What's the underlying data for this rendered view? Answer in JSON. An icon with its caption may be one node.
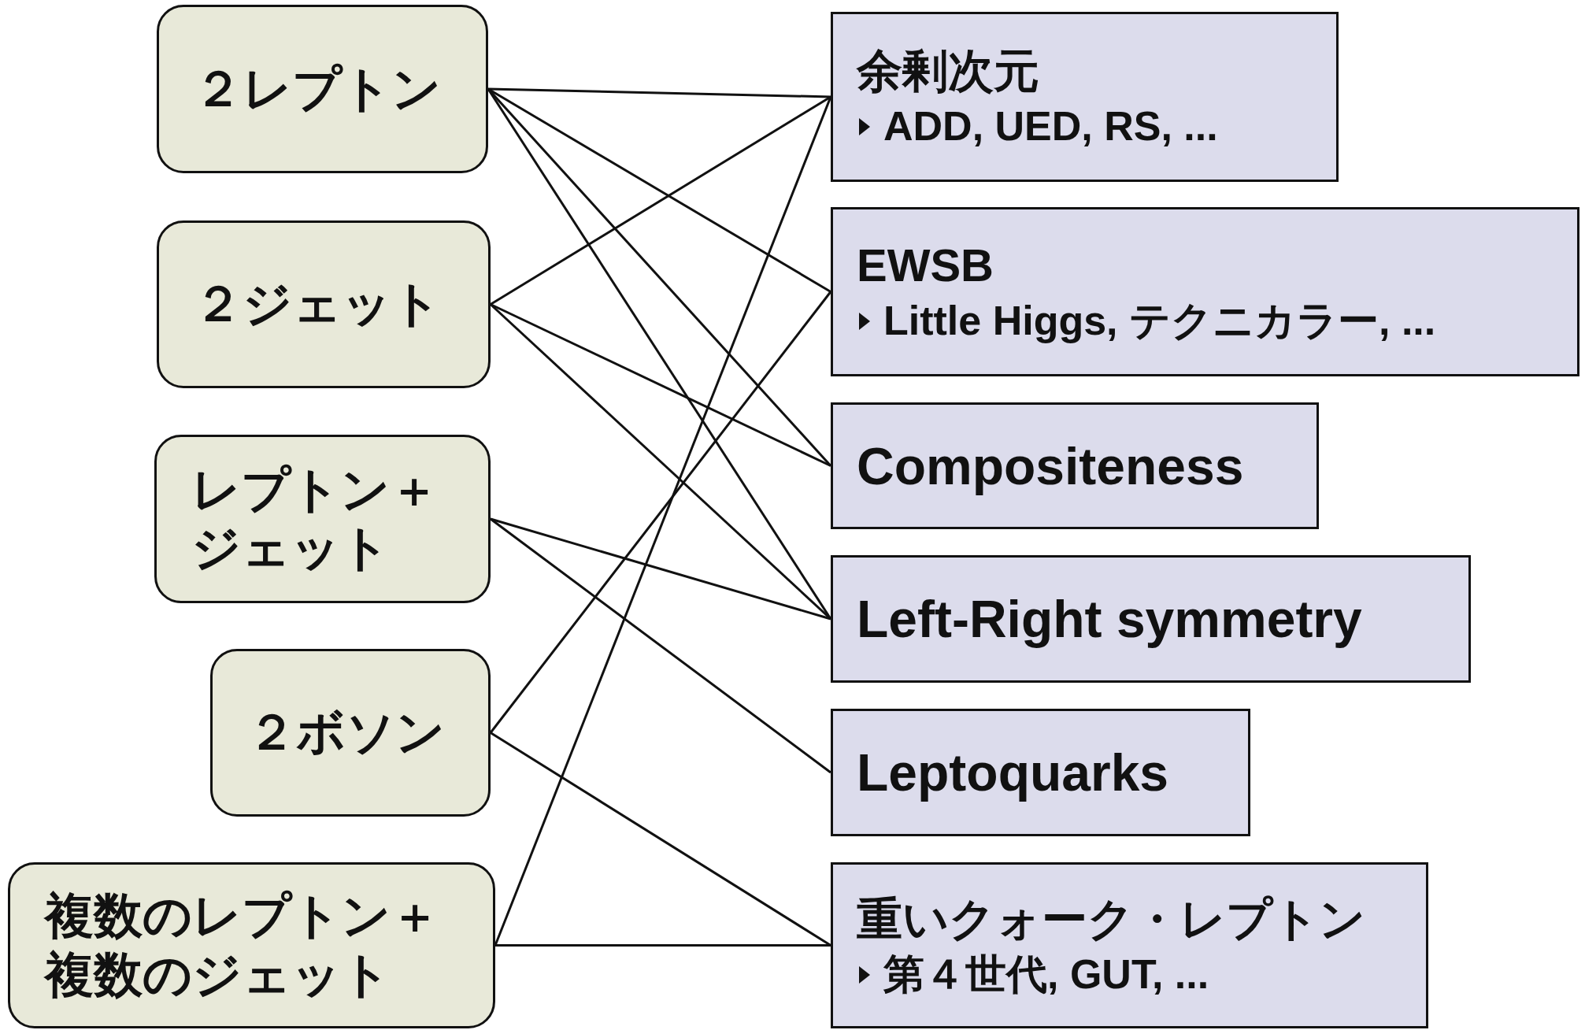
{
  "diagram": {
    "nodes": [
      {
        "text": [
          "２レプトン"
        ]
      },
      {
        "text": [
          "２ジェット"
        ]
      },
      {
        "text": [
          "レプトン＋ジェット"
        ]
      },
      {
        "text": [
          "２ボソン"
        ]
      },
      {
        "text": [
          "複数のレプトン＋複数のジェット"
        ]
      },
      {
        "text": [
          "余剰次元",
          "ADD, UED, RS, ..."
        ]
      },
      {
        "text": [
          "EWSB",
          "Little Higgs, テクニカラー, ..."
        ]
      },
      {
        "text": [
          "Compositeness"
        ]
      },
      {
        "text": [
          "Left-Right symmetry"
        ]
      },
      {
        "text": [
          "Leptoquarks"
        ]
      },
      {
        "text": [
          "重いクォーク・レプトン",
          "第４世代, GUT, ..."
        ]
      }
    ],
    "edges": [
      {
        "from": 0,
        "to": 5,
        "arrow": "none"
      },
      {
        "from": 0,
        "to": 6,
        "arrow": "none"
      },
      {
        "from": 0,
        "to": 7,
        "arrow": "none"
      },
      {
        "from": 0,
        "to": 8,
        "arrow": "none"
      },
      {
        "from": 1,
        "to": 5,
        "arrow": "none"
      },
      {
        "from": 1,
        "to": 7,
        "arrow": "none"
      },
      {
        "from": 1,
        "to": 8,
        "arrow": "none"
      },
      {
        "from": 2,
        "to": 8,
        "arrow": "none"
      },
      {
        "from": 2,
        "to": 9,
        "arrow": "none"
      },
      {
        "from": 3,
        "to": 6,
        "arrow": "none"
      },
      {
        "from": 3,
        "to": 10,
        "arrow": "none"
      },
      {
        "from": 4,
        "to": 5,
        "arrow": "none"
      },
      {
        "from": 4,
        "to": 10,
        "arrow": "none"
      }
    ]
  }
}
